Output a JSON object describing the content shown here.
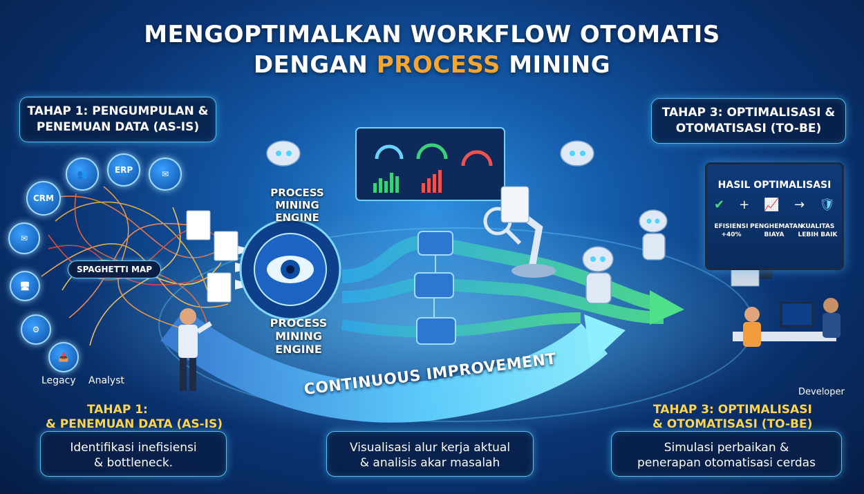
{
  "title": {
    "line1": "MENGOPTIMALKAN WORKFLOW OTOMATIS",
    "line2_before": "DENGAN ",
    "line2_highlight": "PROCESS",
    "line2_after": " MINING"
  },
  "stage1": {
    "title_line1": "TAHAP 1: PENGUMPULAN &",
    "title_line2": "PENEMUAN DATA (AS-IS)",
    "bottom_line1": "TAHAP 1:",
    "bottom_line2": "& PENEMUAN DATA (AS-IS)",
    "desc_line1": "Identifikasi inefisiensi",
    "desc_line2": "& bottleneck.",
    "spaghetti_label": "SPAGHETTI MAP",
    "sources": [
      "ERP",
      "CRM"
    ],
    "legacy_label": "Legacy",
    "analyst_label": "Analyst"
  },
  "stage2": {
    "engine_top_line1": "PROCESS",
    "engine_top_line2": "MINING",
    "engine_top_line3": "ENGINE",
    "engine_bottom_line1": "PROCESS",
    "engine_bottom_line2": "MINING",
    "engine_bottom_line3": "ENGINE",
    "desc_line1": "Visualisasi alur kerja aktual",
    "desc_line2": "& analisis akar masalah"
  },
  "stage3": {
    "title_line1": "TAHAP 3: OPTIMALISASI &",
    "title_line2": "OTOMATISASI (TO-BE)",
    "bottom_line1": "TAHAP 3: OPTIMALISASI",
    "bottom_line2": "& OTOMATISASI (TO-BE)",
    "desc_line1": "Simulasi perbaikan &",
    "desc_line2": "penerapan otomatisasi cerdas",
    "results_title": "HASIL OPTIMALISASI",
    "result1_line1": "EFISIENSI",
    "result1_line2": "+40%",
    "result2_line1": "PENGHEMATAN",
    "result2_line2": "BIAYA",
    "result3_line1": "KUALITAS",
    "result3_line2": "LEBIH BAIK",
    "developer_label": "Developer"
  },
  "continuous": "CONTINUOUS IMPROVEMENT",
  "colors": {
    "accent": "#f7a531",
    "panel_border": "#4fc3f7",
    "stage_title": "#ffd54f",
    "flow": "#3ee07a"
  }
}
